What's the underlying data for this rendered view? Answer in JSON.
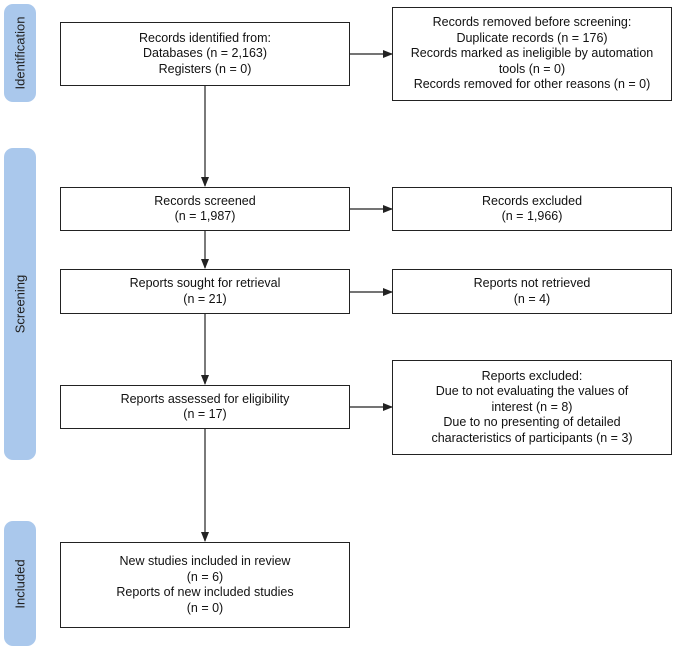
{
  "phases": {
    "identification": "Identification",
    "screening": "Screening",
    "included": "Included"
  },
  "boxes": {
    "identified": [
      "Records identified from:",
      "Databases (n = 2,163)",
      "Registers (n = 0)"
    ],
    "removed": [
      "Records removed before screening:",
      "Duplicate records (n = 176)",
      "Records marked as ineligible by automation",
      "tools (n = 0)",
      "Records removed for other reasons (n = 0)"
    ],
    "screened": [
      "Records screened",
      "(n = 1,987)"
    ],
    "excluded": [
      "Records excluded",
      "(n = 1,966)"
    ],
    "sought": [
      "Reports sought for retrieval",
      "(n = 21)"
    ],
    "not_retrieved": [
      "Reports not retrieved",
      "(n = 4)"
    ],
    "assessed": [
      "Reports assessed for eligibility",
      "(n = 17)"
    ],
    "reports_excluded": [
      "Reports excluded:",
      "Due to not evaluating the values of",
      "interest (n = 8)",
      "Due to no presenting of detailed",
      "characteristics of participants (n = 3)"
    ],
    "included": [
      "New studies included in review",
      "(n = 6)",
      "Reports of new included studies",
      "(n = 0)"
    ]
  },
  "colors": {
    "phase": "#aac8ec",
    "line": "#222222"
  }
}
